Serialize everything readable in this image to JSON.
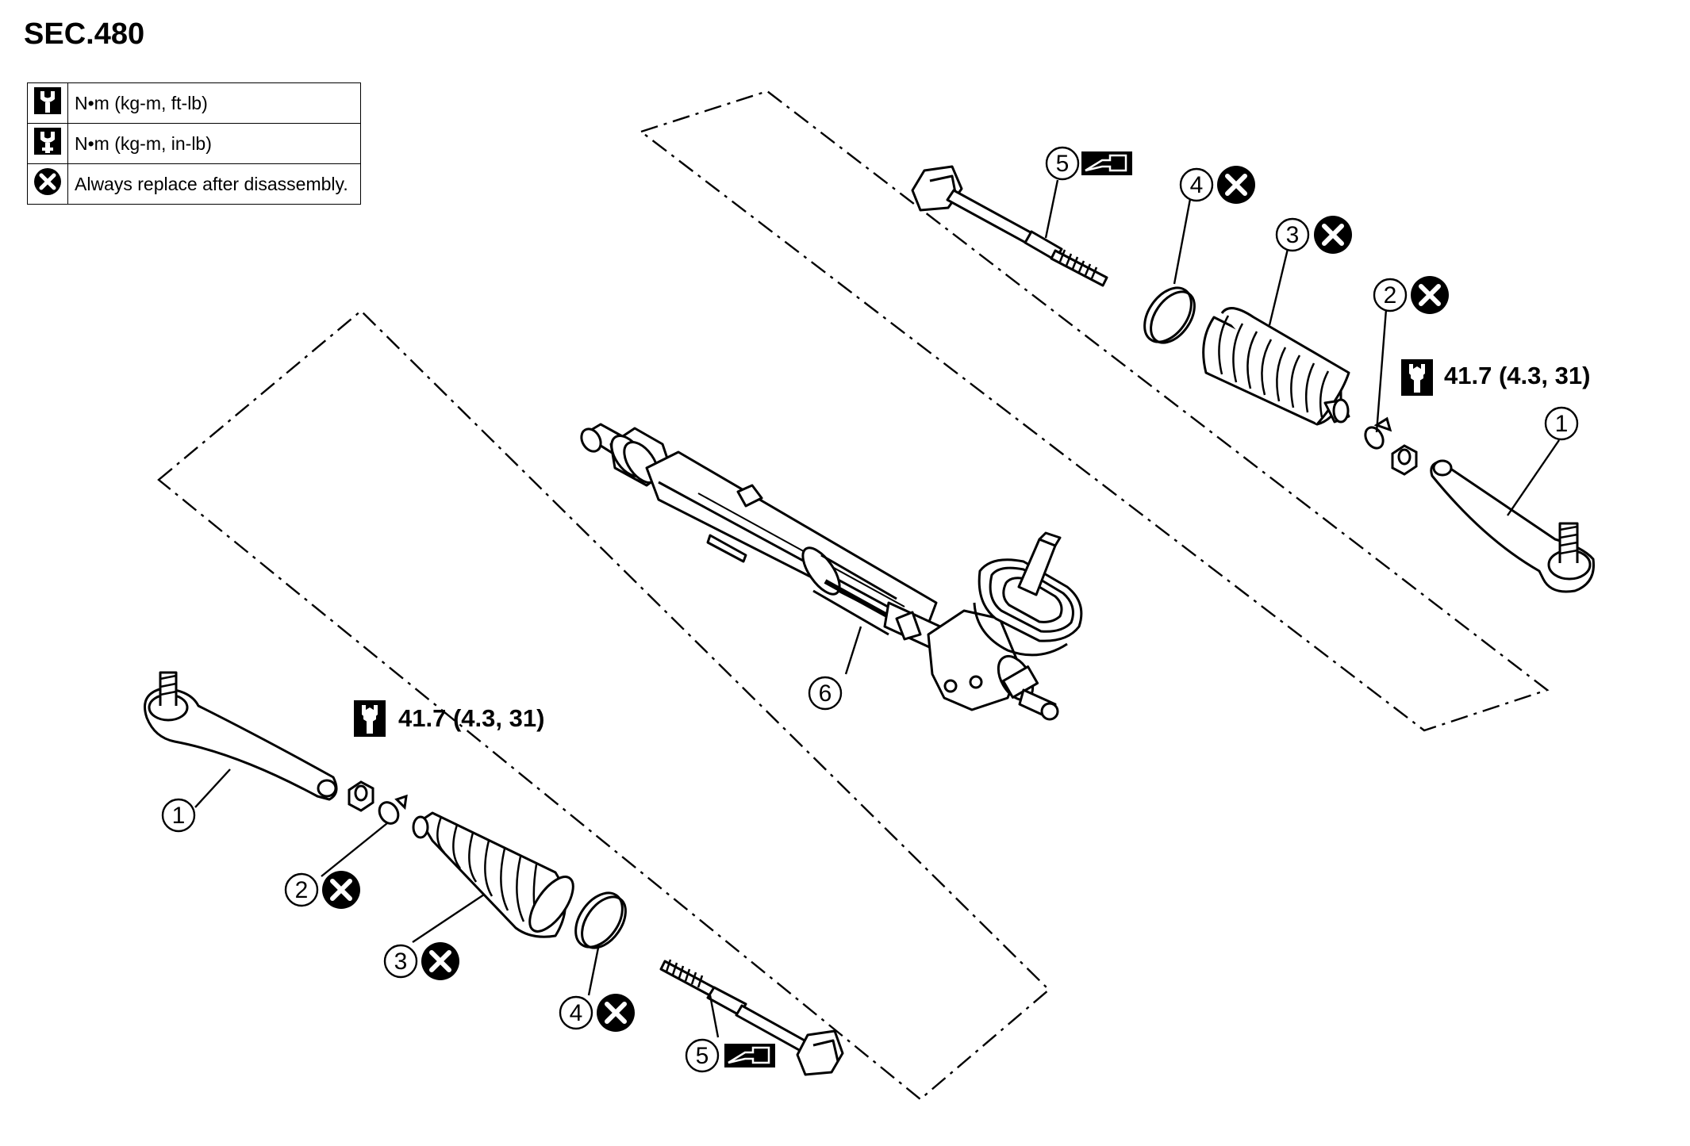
{
  "section": "SEC.480",
  "legend": [
    {
      "icon": "torque-wrench-ft-lb-icon",
      "text": "N•m (kg-m, ft-lb)"
    },
    {
      "icon": "torque-wrench-in-lb-icon",
      "text": "N•m (kg-m, in-lb)"
    },
    {
      "icon": "replace-x-icon",
      "text": "Always replace after disassembly."
    }
  ],
  "torque_spec": "41.7 (4.3, 31)",
  "callouts": {
    "tie_rod_end": "1",
    "boot_clamp": "2",
    "boot": "3",
    "boot_band": "4",
    "inner_socket": "5",
    "gear_body": "6"
  },
  "colors": {
    "line": "#000000",
    "background": "#ffffff"
  }
}
